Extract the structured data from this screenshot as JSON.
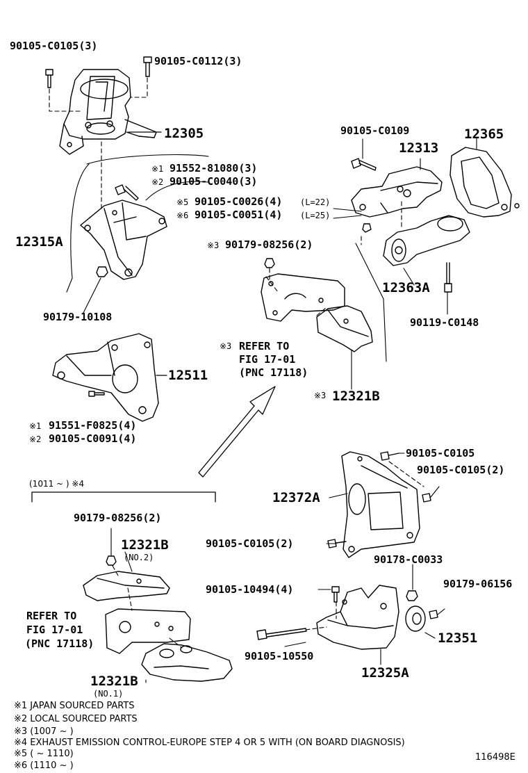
{
  "parts": {
    "p_90105_C0105_3": "90105-C0105(3)",
    "p_90105_C0112_3": "90105-C0112(3)",
    "p_12305": "12305",
    "p_m1_91552_81080": "91552-81080(3)",
    "p_m2_90105_C0040": "90105-C0040(3)",
    "p_m5_90105_C0026": "90105-C0026(4)",
    "p_m6_90105_C0051": "90105-C0051(4)",
    "p_L22": "(L=22)",
    "p_L25": "(L=25)",
    "p_12315A": "12315A",
    "p_90179_08256_upper": "90179-08256(2)",
    "p_90179_10108": "90179-10108",
    "p_12511": "12511",
    "p_m1_91551_F0825": "91551-F0825(4)",
    "p_m2_90105_C0091": "90105-C0091(4)",
    "p_90105_C0109": "90105-C0109",
    "p_12313": "12313",
    "p_12365": "12365",
    "p_12363A": "12363A",
    "p_90119_C0148": "90119-C0148",
    "p_12321B_upper": "12321B",
    "p_90105_C0105": "90105-C0105",
    "p_90105_C0105_2_right": "90105-C0105(2)",
    "p_12372A": "12372A",
    "p_90105_C0105_2_left": "90105-C0105(2)",
    "p_90178_C0033": "90178-C0033",
    "p_90179_06156": "90179-06156",
    "p_90105_10494": "90105-10494(4)",
    "p_12351": "12351",
    "p_90105_10550": "90105-10550",
    "p_12325A": "12325A",
    "p_90179_08256_lower": "90179-08256(2)",
    "p_12321B_no2": "12321B",
    "p_no2": "(NO.2)",
    "p_12321B_no1": "12321B",
    "p_no1": "(NO.1)"
  },
  "marks": {
    "m1": "※1",
    "m2": "※2",
    "m3": "※3",
    "m5": "※5",
    "m6": "※6"
  },
  "refs": {
    "upper_line1": "REFER TO",
    "upper_line2": "FIG 17-01",
    "upper_line3": "(PNC 17118)",
    "lower_line1": "REFER TO",
    "lower_line2": "FIG 17-01",
    "lower_line3": "(PNC 17118)"
  },
  "bracket_label": "(1011 ~        ) ※4",
  "footnotes": {
    "n1": "※1 JAPAN SOURCED PARTS",
    "n2": "※2 LOCAL SOURCED PARTS",
    "n3": "※3 (1007 ~         )",
    "n4": "※4 EXHAUST EMISSION CONTROL-EUROPE STEP 4 OR 5 WITH (ON BOARD DIAGNOSIS)",
    "n5": "※5 (         ~ 1110)",
    "n6": "※6 (1110 ~         )"
  },
  "figure_code": "116498E"
}
